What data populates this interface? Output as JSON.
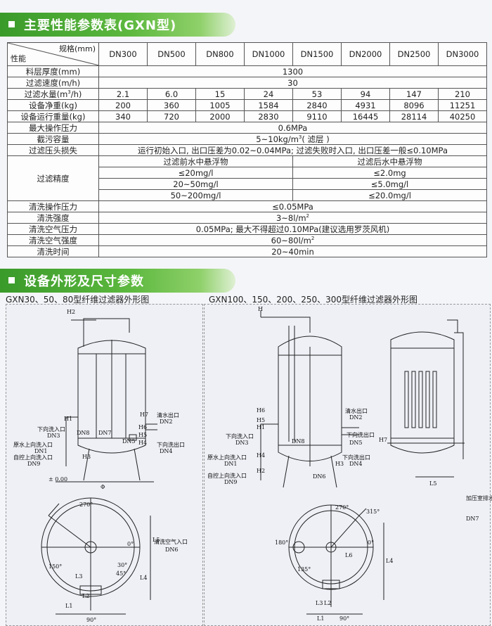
{
  "section1": {
    "title": "主要性能参数表(GXN型)"
  },
  "section2": {
    "title": "设备外形及尺寸参数"
  },
  "table": {
    "corner_top": "规格(mm)",
    "corner_bottom": "性能",
    "columns": [
      "DN300",
      "DN500",
      "DN800",
      "DN1000",
      "DN1500",
      "DN2000",
      "DN2500",
      "DN3000"
    ],
    "row_layer": {
      "label": "料层厚度(mm)",
      "value": "1300"
    },
    "row_speed": {
      "label": "过滤速度(m/h)",
      "value": "30"
    },
    "row_flow": {
      "label_pre": "过滤水量(m",
      "label_sup": "3",
      "label_post": "/h)",
      "values": [
        "2.1",
        "6.0",
        "15",
        "24",
        "53",
        "94",
        "147",
        "210"
      ]
    },
    "row_net": {
      "label": "设备净重(kg)",
      "values": [
        "200",
        "360",
        "1005",
        "1584",
        "2840",
        "4931",
        "8096",
        "11251"
      ]
    },
    "row_run": {
      "label": "设备运行重量(kg)",
      "values": [
        "340",
        "720",
        "2000",
        "2830",
        "9110",
        "16445",
        "28114",
        "40250"
      ]
    },
    "row_pressure": {
      "label": "最大操作压力",
      "value": "0.6MPa"
    },
    "row_capacity": {
      "label": "截污容量",
      "value_pre": "5~10kg/m",
      "value_sup": "3",
      "value_post": "( 滤层 )"
    },
    "row_loss": {
      "label": "过滤压头损失",
      "value": "运行初始入口, 出口压差为0.02~0.04MPa; 过滤失败时入口, 出口压差一般≤0.10MPa"
    },
    "row_precision": {
      "label": "过滤精度",
      "head_before": "过滤前水中悬浮物",
      "head_after": "过滤后水中悬浮物",
      "pairs": [
        {
          "before": "≤20mg/l",
          "after": "≤2.0mg"
        },
        {
          "before": "20~50mg/l",
          "after": "≤5.0mg/l"
        },
        {
          "before": "50~200mg/l",
          "after": "≤20.0mg/l"
        }
      ]
    },
    "row_wash_pressure": {
      "label": "清洗操作压力",
      "value": "≤0.05MPa"
    },
    "row_wash_strength": {
      "label": "清洗强度",
      "value_pre": "3~8l/m",
      "value_sup": "2"
    },
    "row_air_pressure": {
      "label": "清洗空气压力",
      "value": "0.05MPa; 最大不得超过0.10MPa(建议选用罗茨风机)"
    },
    "row_air_strength": {
      "label": "清洗空气强度",
      "value_pre": "60~80l/m",
      "value_sup": "2"
    },
    "row_wash_time": {
      "label": "清洗时间",
      "value": "20~40min"
    }
  },
  "drawings": {
    "left": {
      "caption": "GXN30、50、80型纤维过滤器外形图",
      "labels": {
        "h2": "H2",
        "h1": "H1",
        "h7": "H7",
        "h6": "H6",
        "h5": "H5",
        "h4": "H4",
        "h3": "H3",
        "out_clean": "清水出口",
        "dn2": "DN2",
        "down_wash_in": "下向洗入口",
        "dn3": "DN3",
        "raw_up_in": "原水上向洗入口",
        "dn1": "DN1",
        "self_up_in": "自控上向洗入口",
        "dn9": "DN9",
        "down_wash_out": "下向洗出口",
        "dn4": "DN4",
        "dn7": "DN7",
        "dn8": "DN8",
        "dn5": "DN5",
        "zero": "± 0.00",
        "phi": "Φ",
        "deg270": "270°",
        "deg0": "0°",
        "deg150": "150°",
        "deg45": "45°",
        "deg30": "30°",
        "deg90": "90°",
        "l1": "L1",
        "l2": "L2",
        "l3": "L3",
        "l4": "L4",
        "l5": "L5",
        "air_in": "清洗空气入口",
        "dn6": "DN6"
      }
    },
    "right": {
      "caption": "GXN100、150、200、250、300型纤维过滤器外形图",
      "labels": {
        "h": "H",
        "h6": "H6",
        "h5": "H5",
        "h1": "H1",
        "h4": "H4",
        "h2": "H2",
        "h3": "H3",
        "h7": "H7",
        "out_clean": "清水出口",
        "dn2": "DN2",
        "down_wash_in": "下向洗入口",
        "dn3": "DN3",
        "down_wash_out_in": "下向洗出口",
        "dn5": "DN5",
        "raw_up_in": "原水上向洗入口",
        "dn1": "DN1",
        "self_up_in": "自控上向洗入口",
        "dn9": "DN9",
        "down_wash_out": "下向洗出口",
        "dn4": "DN4",
        "dn6": "DN6",
        "dn8": "DN8",
        "dn7": "DN7",
        "pressure_out": "加压室排水口",
        "deg270": "270°",
        "deg315": "315°",
        "deg180": "180°",
        "deg0": "0°",
        "deg135": "135°",
        "deg90": "90°",
        "l1": "L1",
        "l2": "L2",
        "l3": "L3",
        "l4": "L4",
        "l5": "L5",
        "l6": "L6"
      }
    }
  }
}
